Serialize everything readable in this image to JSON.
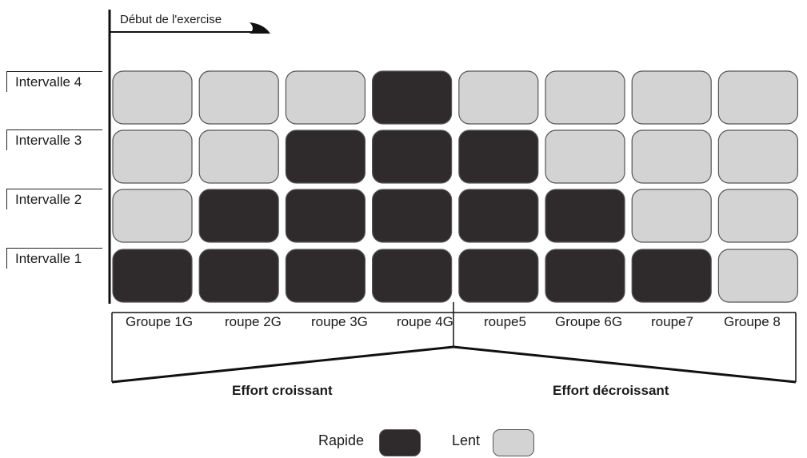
{
  "start_label": "Début de l'exercise",
  "rows": [
    {
      "label": "Intervalle 4",
      "cells": [
        "lent",
        "lent",
        "lent",
        "rapide",
        "lent",
        "lent",
        "lent",
        "lent"
      ]
    },
    {
      "label": "Intervalle 3",
      "cells": [
        "lent",
        "lent",
        "rapide",
        "rapide",
        "rapide",
        "lent",
        "lent",
        "lent"
      ]
    },
    {
      "label": "Intervalle 2",
      "cells": [
        "lent",
        "rapide",
        "rapide",
        "rapide",
        "rapide",
        "rapide",
        "lent",
        "lent"
      ]
    },
    {
      "label": "Intervalle 1",
      "cells": [
        "rapide",
        "rapide",
        "rapide",
        "rapide",
        "rapide",
        "rapide",
        "rapide",
        "lent"
      ]
    }
  ],
  "columns": [
    "Groupe 1G",
    "roupe 2G",
    "roupe 3G",
    "roupe 4G",
    "roupe5",
    "Groupe 6G",
    "roupe7",
    "Groupe 8"
  ],
  "effort": {
    "left": "Effort croissant",
    "right": "Effort décroissant"
  },
  "legend": {
    "rapide": "Rapide",
    "lent": "Lent"
  },
  "colors": {
    "rapide": "#2f2b2c",
    "lent": "#d3d3d3",
    "border": "#555555"
  }
}
